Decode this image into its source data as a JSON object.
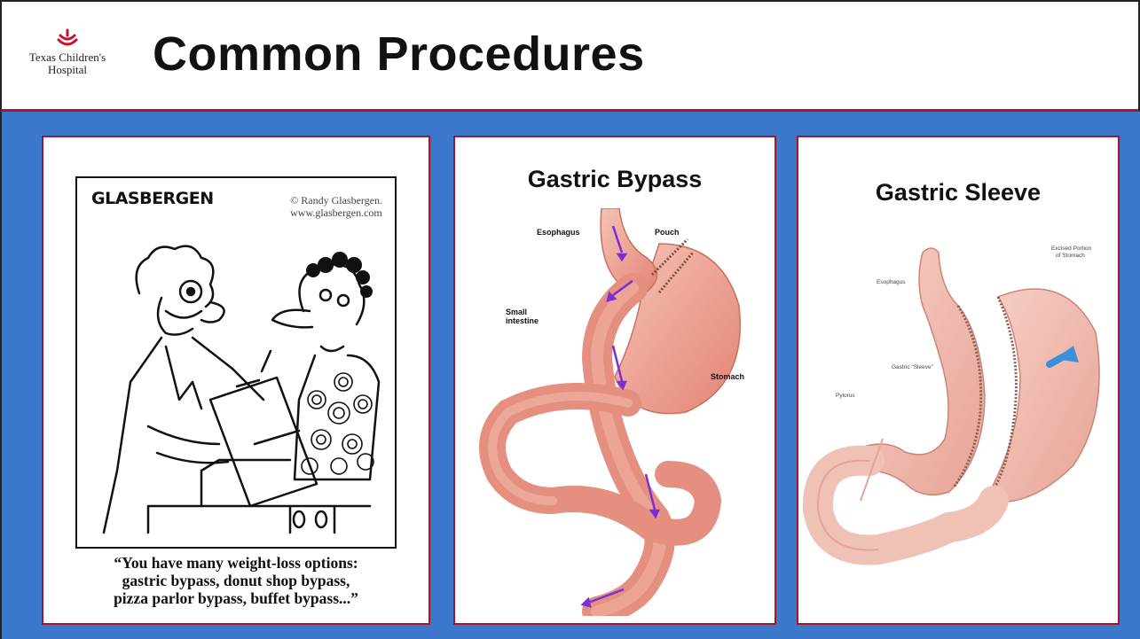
{
  "header": {
    "title": "Common Procedures",
    "logo_line1": "Texas Children's",
    "logo_line2": "Hospital"
  },
  "cartoon": {
    "brand": "GLASBERGEN",
    "credit_line1": "© Randy Glasbergen.",
    "credit_line2": "www.glasbergen.com",
    "caption_line1": "“You have many weight-loss options:",
    "caption_line2": "gastric bypass, donut shop bypass,",
    "caption_line3": "pizza parlor bypass, buffet bypass...”"
  },
  "bypass": {
    "title": "Gastric Bypass",
    "labels": {
      "esophagus": "Esophagus",
      "pouch": "Pouch",
      "small_intestine_1": "Small",
      "small_intestine_2": "intestine",
      "stomach": "Stomach"
    }
  },
  "sleeve": {
    "title": "Gastric Sleeve",
    "labels": {
      "excised_1": "Excised Portion",
      "excised_2": "of Stomach",
      "esophagus": "Esophagus",
      "sleeve": "Gastric \"Sleeve\"",
      "pylorus": "Pylorus"
    }
  },
  "colors": {
    "background_blue": "#3b78cc",
    "border_red": "#a3162c",
    "tissue": "#ec9a8a",
    "arrow_purple": "#7a2fd6",
    "arrow_blue": "#3a8fd8"
  }
}
